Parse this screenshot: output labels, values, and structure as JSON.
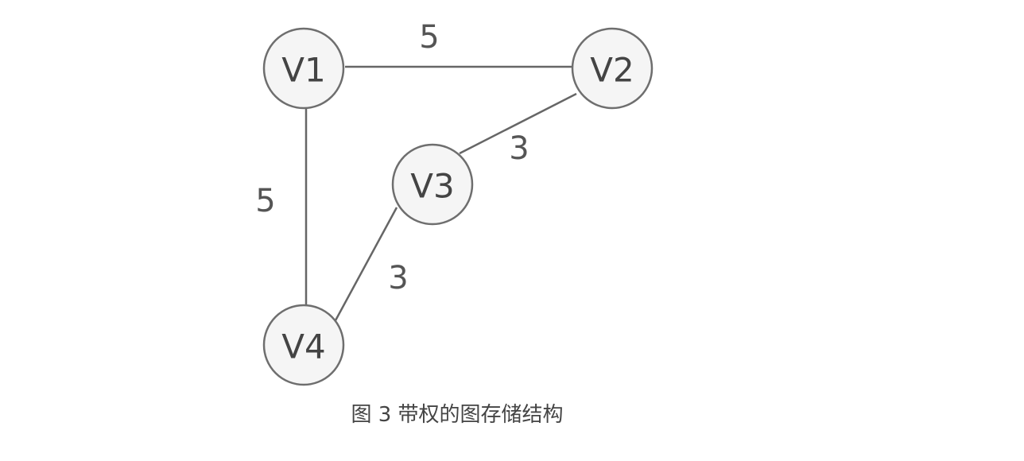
{
  "caption": "图 3 带权的图存储结构",
  "nodes": [
    {
      "id": "V1",
      "label": "V1"
    },
    {
      "id": "V2",
      "label": "V2"
    },
    {
      "id": "V3",
      "label": "V3"
    },
    {
      "id": "V4",
      "label": "V4"
    }
  ],
  "edges": [
    {
      "from": "V1",
      "to": "V2",
      "weight": "5"
    },
    {
      "from": "V2",
      "to": "V3",
      "weight": "3"
    },
    {
      "from": "V1",
      "to": "V4",
      "weight": "5"
    },
    {
      "from": "V3",
      "to": "V4",
      "weight": "3"
    }
  ],
  "colors": {
    "node_fill": "#f5f5f5",
    "node_stroke": "#6e6e6e",
    "edge": "#666666",
    "text": "#444444"
  }
}
